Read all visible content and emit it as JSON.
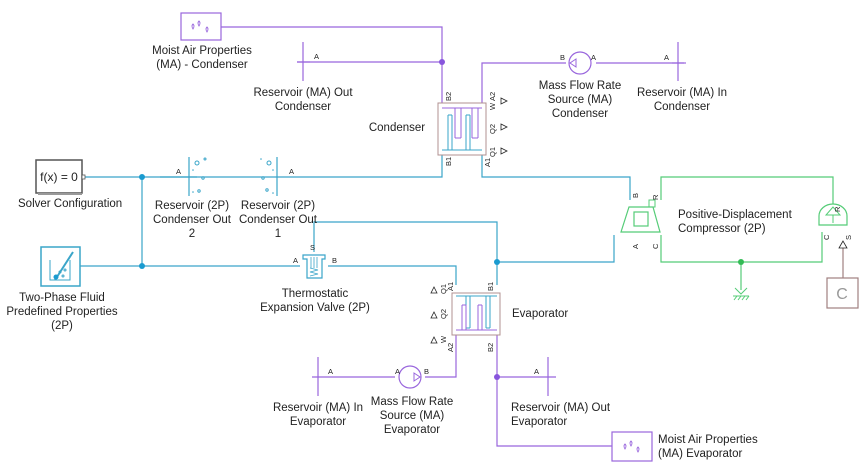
{
  "diagram": {
    "blocks": {
      "solver": {
        "label": "Solver Configuration",
        "text": "f(x) = 0"
      },
      "fluid": {
        "label": "Two-Phase Fluid Predefined Properties (2P)"
      },
      "res2p_out2": {
        "label": "Reservoir (2P) Condenser Out 2",
        "port": "A"
      },
      "res2p_out1": {
        "label": "Reservoir (2P) Condenser Out 1",
        "port": "A"
      },
      "moist_cond": {
        "label": "Moist Air Properties (MA) - Condenser"
      },
      "resma_out_cond": {
        "label": "Reservoir (MA) Out Condenser",
        "port": "A"
      },
      "condenser": {
        "label": "Condenser",
        "ports": [
          "B2",
          "A2",
          "W",
          "Q2",
          "Q1",
          "A1",
          "B1"
        ]
      },
      "mfr_cond": {
        "label": "Mass Flow Rate Source (MA) Condenser",
        "port_a": "A",
        "port_b": "B"
      },
      "resma_in_cond": {
        "label": "Reservoir (MA) In Condenser",
        "port": "A"
      },
      "compressor": {
        "label": "Positive-Displacement Compressor (2P)",
        "ports": [
          "B",
          "R",
          "A",
          "C"
        ]
      },
      "motor": {
        "ports": [
          "R",
          "C",
          "S"
        ]
      },
      "constant": {
        "text": "C"
      },
      "txv": {
        "label": "Thermostatic Expansion Valve (2P)",
        "ports": [
          "S",
          "A",
          "B"
        ]
      },
      "evaporator": {
        "label": "Evaporator",
        "ports": [
          "A1",
          "Q1",
          "Q2",
          "W",
          "A2",
          "B1",
          "B2"
        ]
      },
      "mfr_evap": {
        "label": "Mass Flow Rate Source (MA) Evaporator",
        "port_a": "A",
        "port_b": "B"
      },
      "resma_in_evap": {
        "label": "Reservoir (MA) In Evaporator",
        "port": "A"
      },
      "resma_out_evap": {
        "label": "Reservoir (MA) Out Evaporator",
        "port": "A"
      },
      "moist_evap": {
        "label": "Moist Air Properties (MA) Evaporator"
      }
    },
    "colors": {
      "two_phase": "#3aa5c9",
      "moist_air": "#9966dd",
      "mechanical": "#55cc77",
      "signal": "#a08080"
    }
  }
}
